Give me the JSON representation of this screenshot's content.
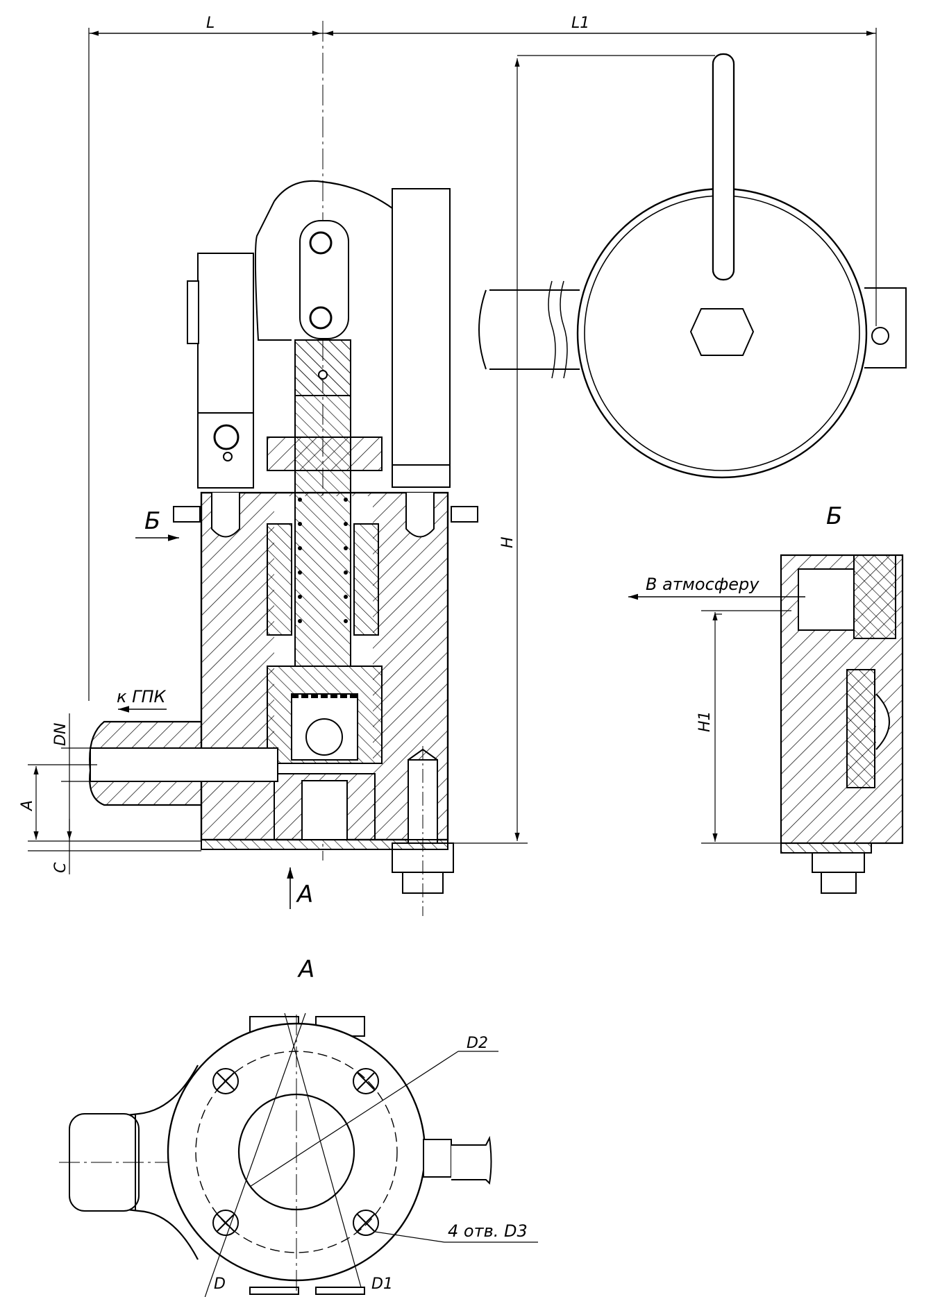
{
  "dimensions": {
    "L": "L",
    "L1": "L1",
    "H": "H",
    "H1": "H1",
    "DN": "DN",
    "A": "A",
    "C": "C",
    "D": "D",
    "D1": "D1",
    "D2": "D2"
  },
  "view_labels": {
    "section_b_mark": "Б",
    "section_b_title": "Б",
    "view_a_mark": "А",
    "view_a_title": "А"
  },
  "annotations": {
    "to_gpk": "к ГПК",
    "to_atmosphere": "В атмосферу",
    "holes": "4 отв. D3"
  },
  "colors": {
    "line": "#000000",
    "background": "#ffffff"
  }
}
